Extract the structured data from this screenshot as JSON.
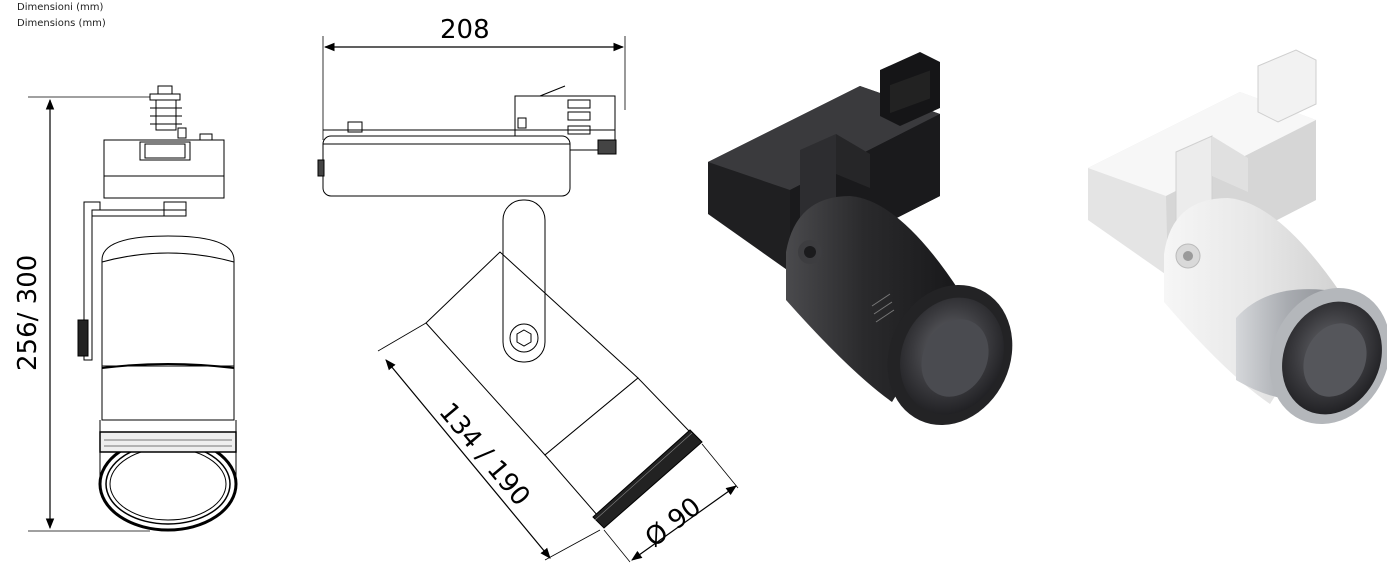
{
  "header": {
    "line_it": "Dimensioni (mm)",
    "line_en": "Dimensions (mm)"
  },
  "dimensions": {
    "height": "256/ 300",
    "width": "208",
    "length": "134 / 190",
    "diameter": "Ø 90"
  },
  "colors": {
    "line": "#000000",
    "black_finish": "#2b2b2d",
    "white_finish": "#efefef",
    "lens_silver": "#b9bcc0"
  }
}
